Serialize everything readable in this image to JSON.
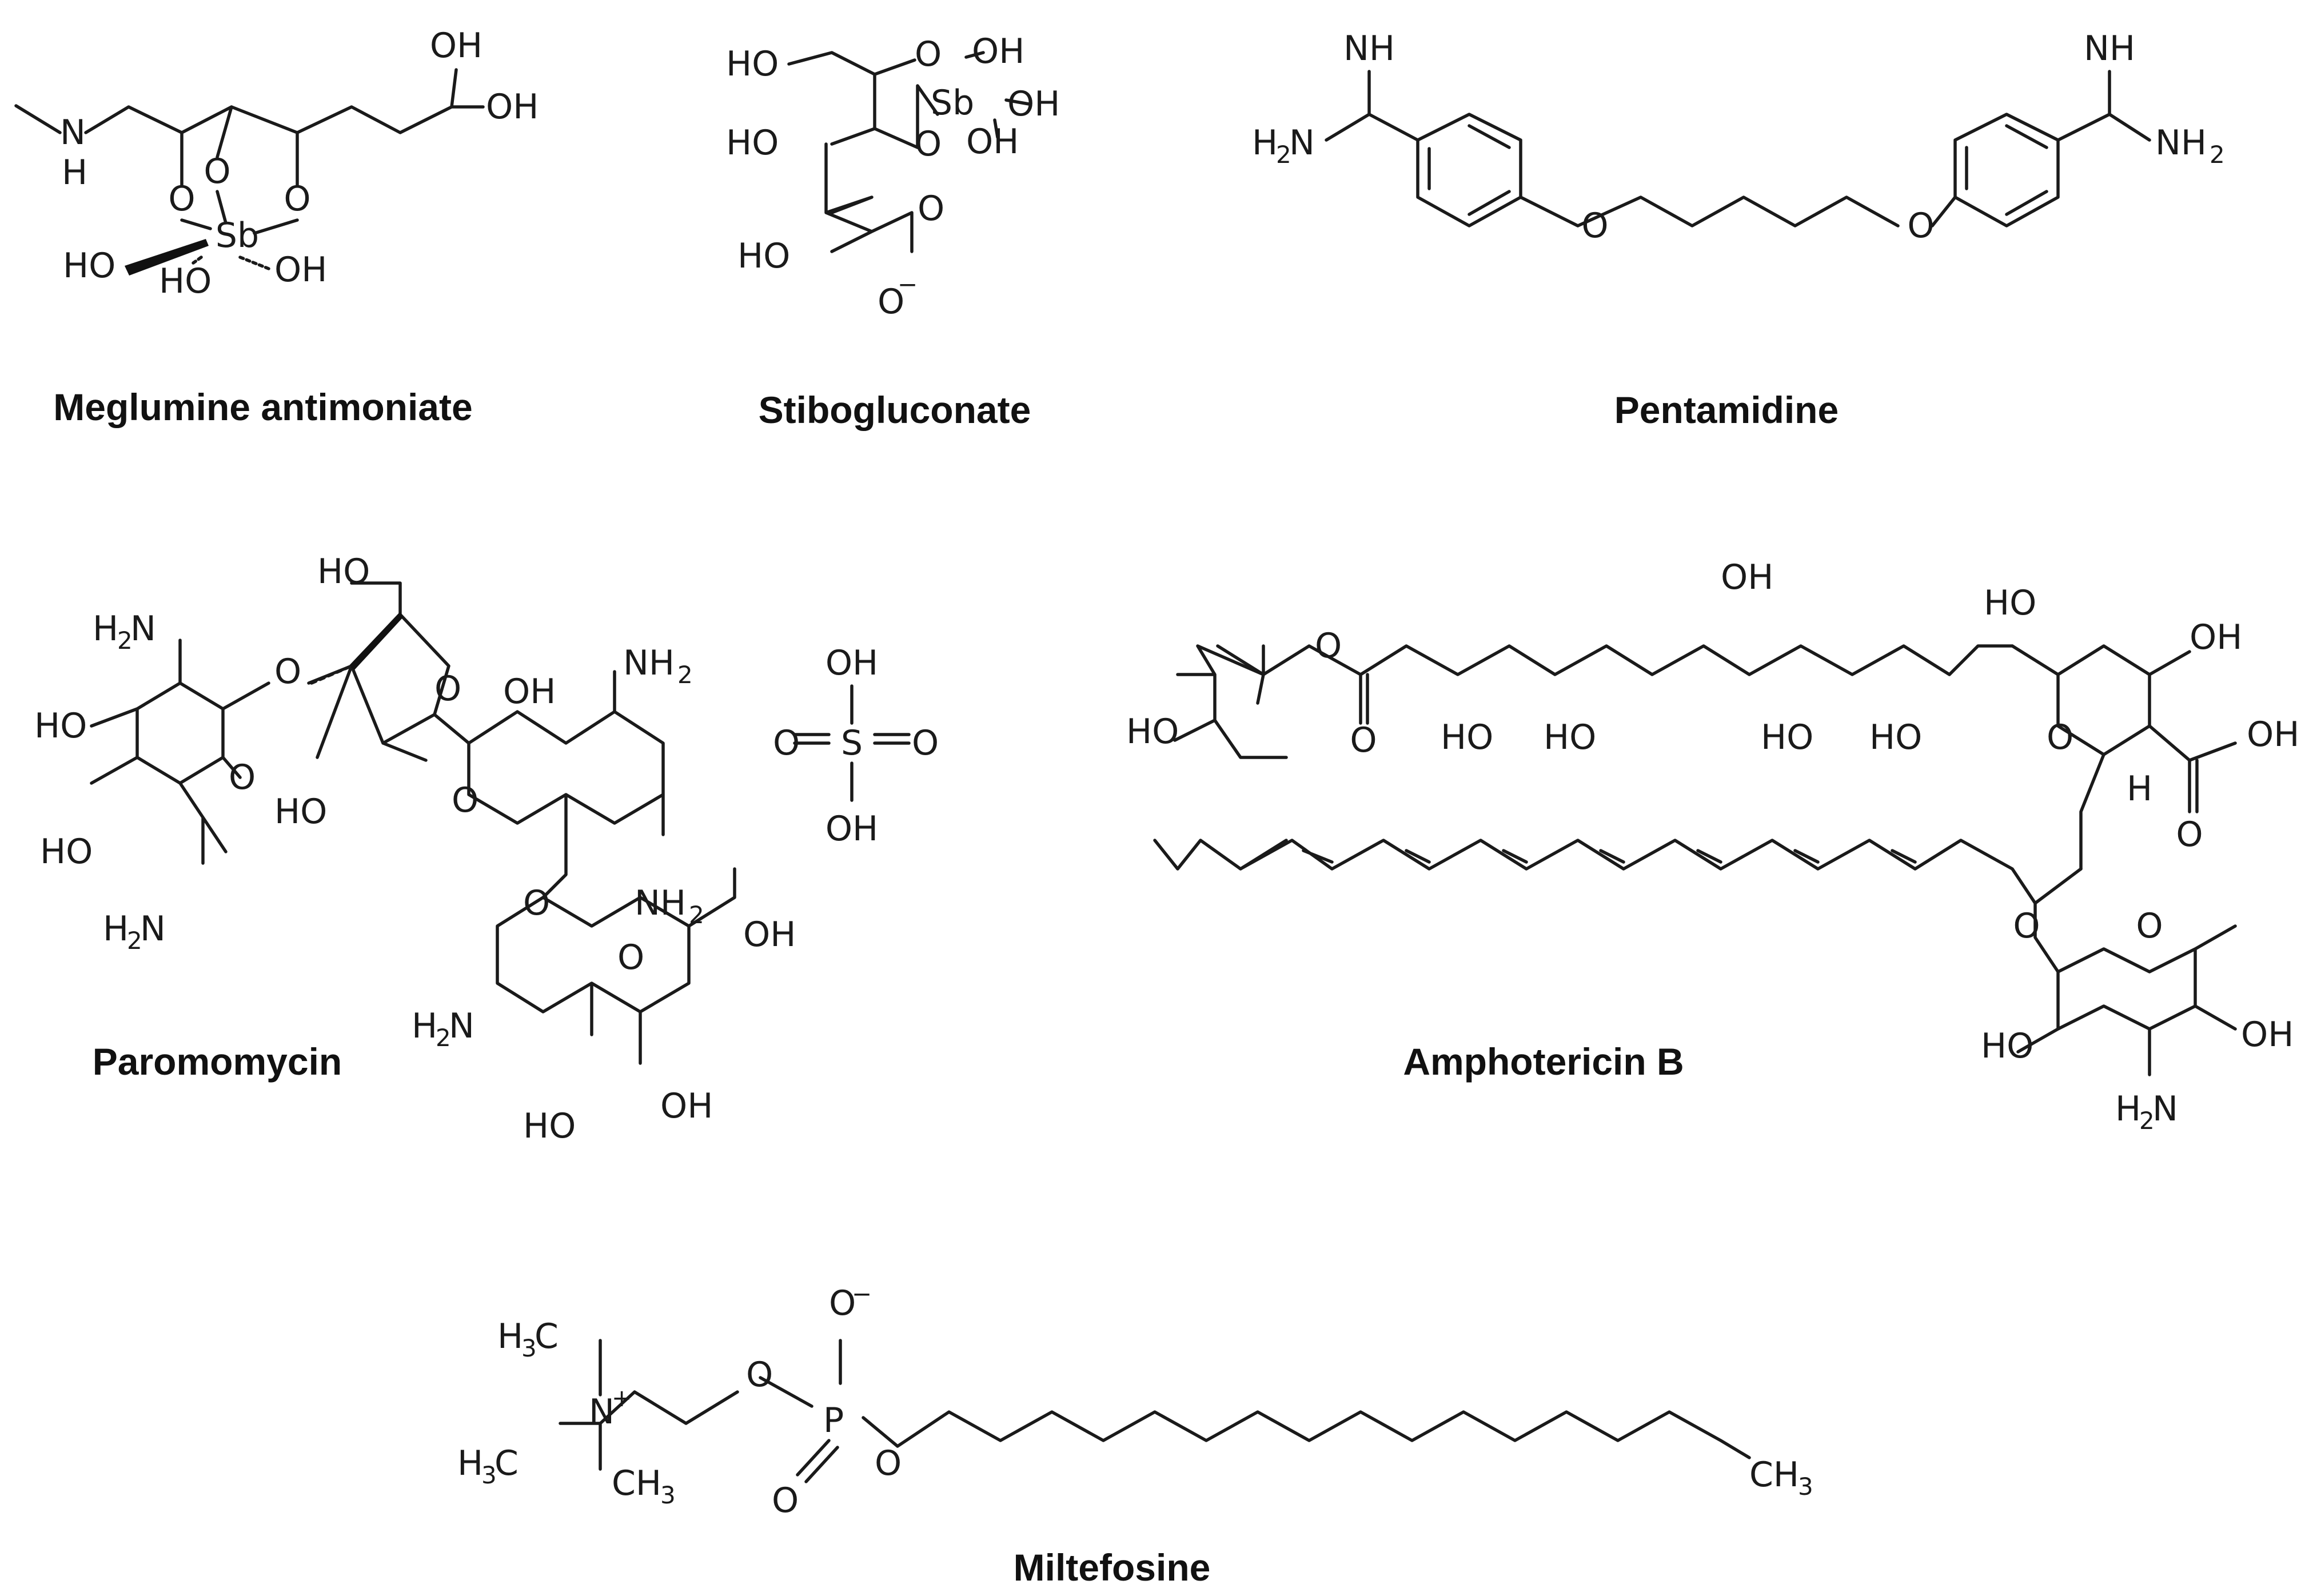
{
  "figure": {
    "compounds": [
      {
        "id": "meglumine",
        "name": "Meglumine antimoniate"
      },
      {
        "id": "stibogluconate",
        "name": "Stibogluconate"
      },
      {
        "id": "pentamidine",
        "name": "Pentamidine"
      },
      {
        "id": "paromomycin",
        "name": "Paromomycin"
      },
      {
        "id": "amphotericin",
        "name": "Amphotericin B"
      },
      {
        "id": "miltefosine",
        "name": "Miltefosine"
      }
    ]
  }
}
